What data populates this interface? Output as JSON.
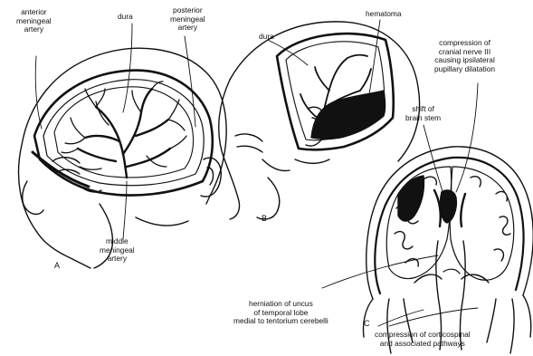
{
  "panels": {
    "a": "A",
    "b": "B",
    "c": "C"
  },
  "labels": {
    "anterior_meningeal_artery": [
      "anterior",
      "meningeal",
      "artery"
    ],
    "dura_a": [
      "dura"
    ],
    "posterior_meningeal_artery": [
      "posterior",
      "meningeal",
      "artery"
    ],
    "middle_meningeal_artery": [
      "middle",
      "meningeal",
      "artery"
    ],
    "dura_b": [
      "dura"
    ],
    "hematoma": [
      "hematoma"
    ],
    "compression_cranial_nerve": [
      "compression of",
      "cranial nerve III",
      "causing ipsilateral",
      "pupillary dilatation"
    ],
    "shift_of_brain_stem": [
      "shift of",
      "brain stem"
    ],
    "herniation_of_uncus": [
      "herniation of uncus",
      "of temporal lobe",
      "medial to tentorium cerebelli"
    ],
    "compression_corticospinal": [
      "compression of corticospinal",
      "and associated pathways"
    ]
  }
}
